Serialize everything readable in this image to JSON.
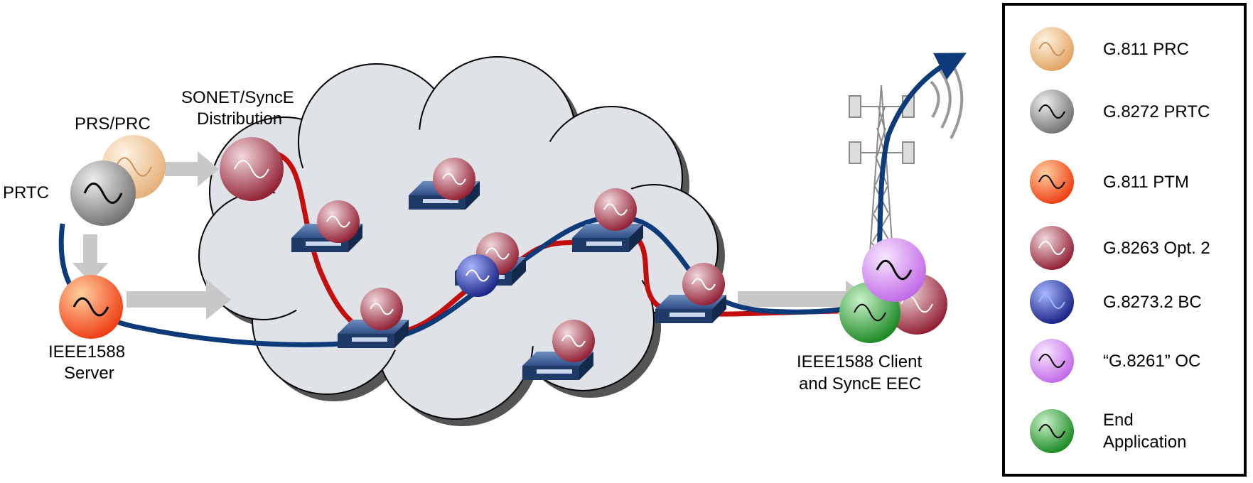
{
  "labels": {
    "prs_prc": "PRS/PRC",
    "sonet_synce": "SONET/SyncE",
    "distribution": "Distribution",
    "prtc": "PRTC",
    "ieee_server_1": "IEEE1588",
    "ieee_server_2": "Server",
    "client_1": "IEEE1588 Client",
    "client_2": "and SyncE EEC"
  },
  "legend": [
    {
      "label": "G.811 PRC",
      "color": "#e8b27a",
      "icon": "sine-wave-icon"
    },
    {
      "label": "G.8272 PRTC",
      "color": "#9a9a9a",
      "icon": "sine-wave-icon"
    },
    {
      "label": "G.811 PTM",
      "color": "#ff6a1a",
      "icon": "sine-wave-icon"
    },
    {
      "label": "G.8263 Opt. 2",
      "color": "#a3293e",
      "icon": "sine-wave-icon"
    },
    {
      "label": "G.8273.2 BC",
      "color": "#1e2f9c",
      "icon": "sine-wave-icon"
    },
    {
      "label": "“G.8261” OC",
      "color": "#d98cf2",
      "icon": "sine-wave-icon"
    },
    {
      "label": "End\nApplication",
      "color": "#2fa33a",
      "icon": "sine-wave-icon"
    }
  ],
  "colors": {
    "prc": "#e8b27a",
    "prtc": "#9a9a9a",
    "ptm": "#ff6a1a",
    "opt2": "#a3293e",
    "bc": "#1e2f9c",
    "oc": "#d98cf2",
    "end": "#2fa33a",
    "ptp_path": "#0d3a78",
    "synce_path": "#c40d0d",
    "cloud": "#dfe2e7"
  }
}
